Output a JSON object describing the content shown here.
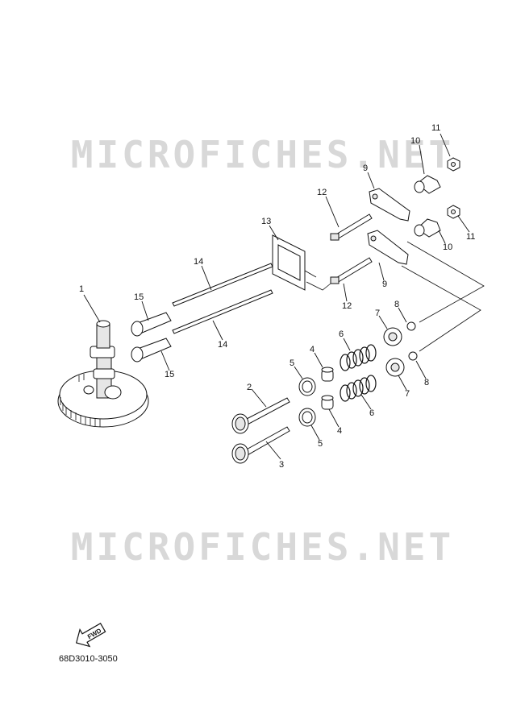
{
  "watermark_text": "MICROFICHES.NET",
  "diagram_code": "68D3010-3050",
  "fwd_label": "FWD",
  "callouts": [
    {
      "id": "c1",
      "text": "1"
    },
    {
      "id": "c2",
      "text": "2"
    },
    {
      "id": "c3",
      "text": "3"
    },
    {
      "id": "c4a",
      "text": "4"
    },
    {
      "id": "c4b",
      "text": "4"
    },
    {
      "id": "c5a",
      "text": "5"
    },
    {
      "id": "c5b",
      "text": "5"
    },
    {
      "id": "c6a",
      "text": "6"
    },
    {
      "id": "c6b",
      "text": "6"
    },
    {
      "id": "c7a",
      "text": "7"
    },
    {
      "id": "c7b",
      "text": "7"
    },
    {
      "id": "c8a",
      "text": "8"
    },
    {
      "id": "c8b",
      "text": "8"
    },
    {
      "id": "c9a",
      "text": "9"
    },
    {
      "id": "c9b",
      "text": "9"
    },
    {
      "id": "c10a",
      "text": "10"
    },
    {
      "id": "c10b",
      "text": "10"
    },
    {
      "id": "c11a",
      "text": "11"
    },
    {
      "id": "c11b",
      "text": "11"
    },
    {
      "id": "c12a",
      "text": "12"
    },
    {
      "id": "c12b",
      "text": "12"
    },
    {
      "id": "c13",
      "text": "13"
    },
    {
      "id": "c14a",
      "text": "14"
    },
    {
      "id": "c14b",
      "text": "14"
    },
    {
      "id": "c15a",
      "text": "15"
    },
    {
      "id": "c15b",
      "text": "15"
    }
  ]
}
